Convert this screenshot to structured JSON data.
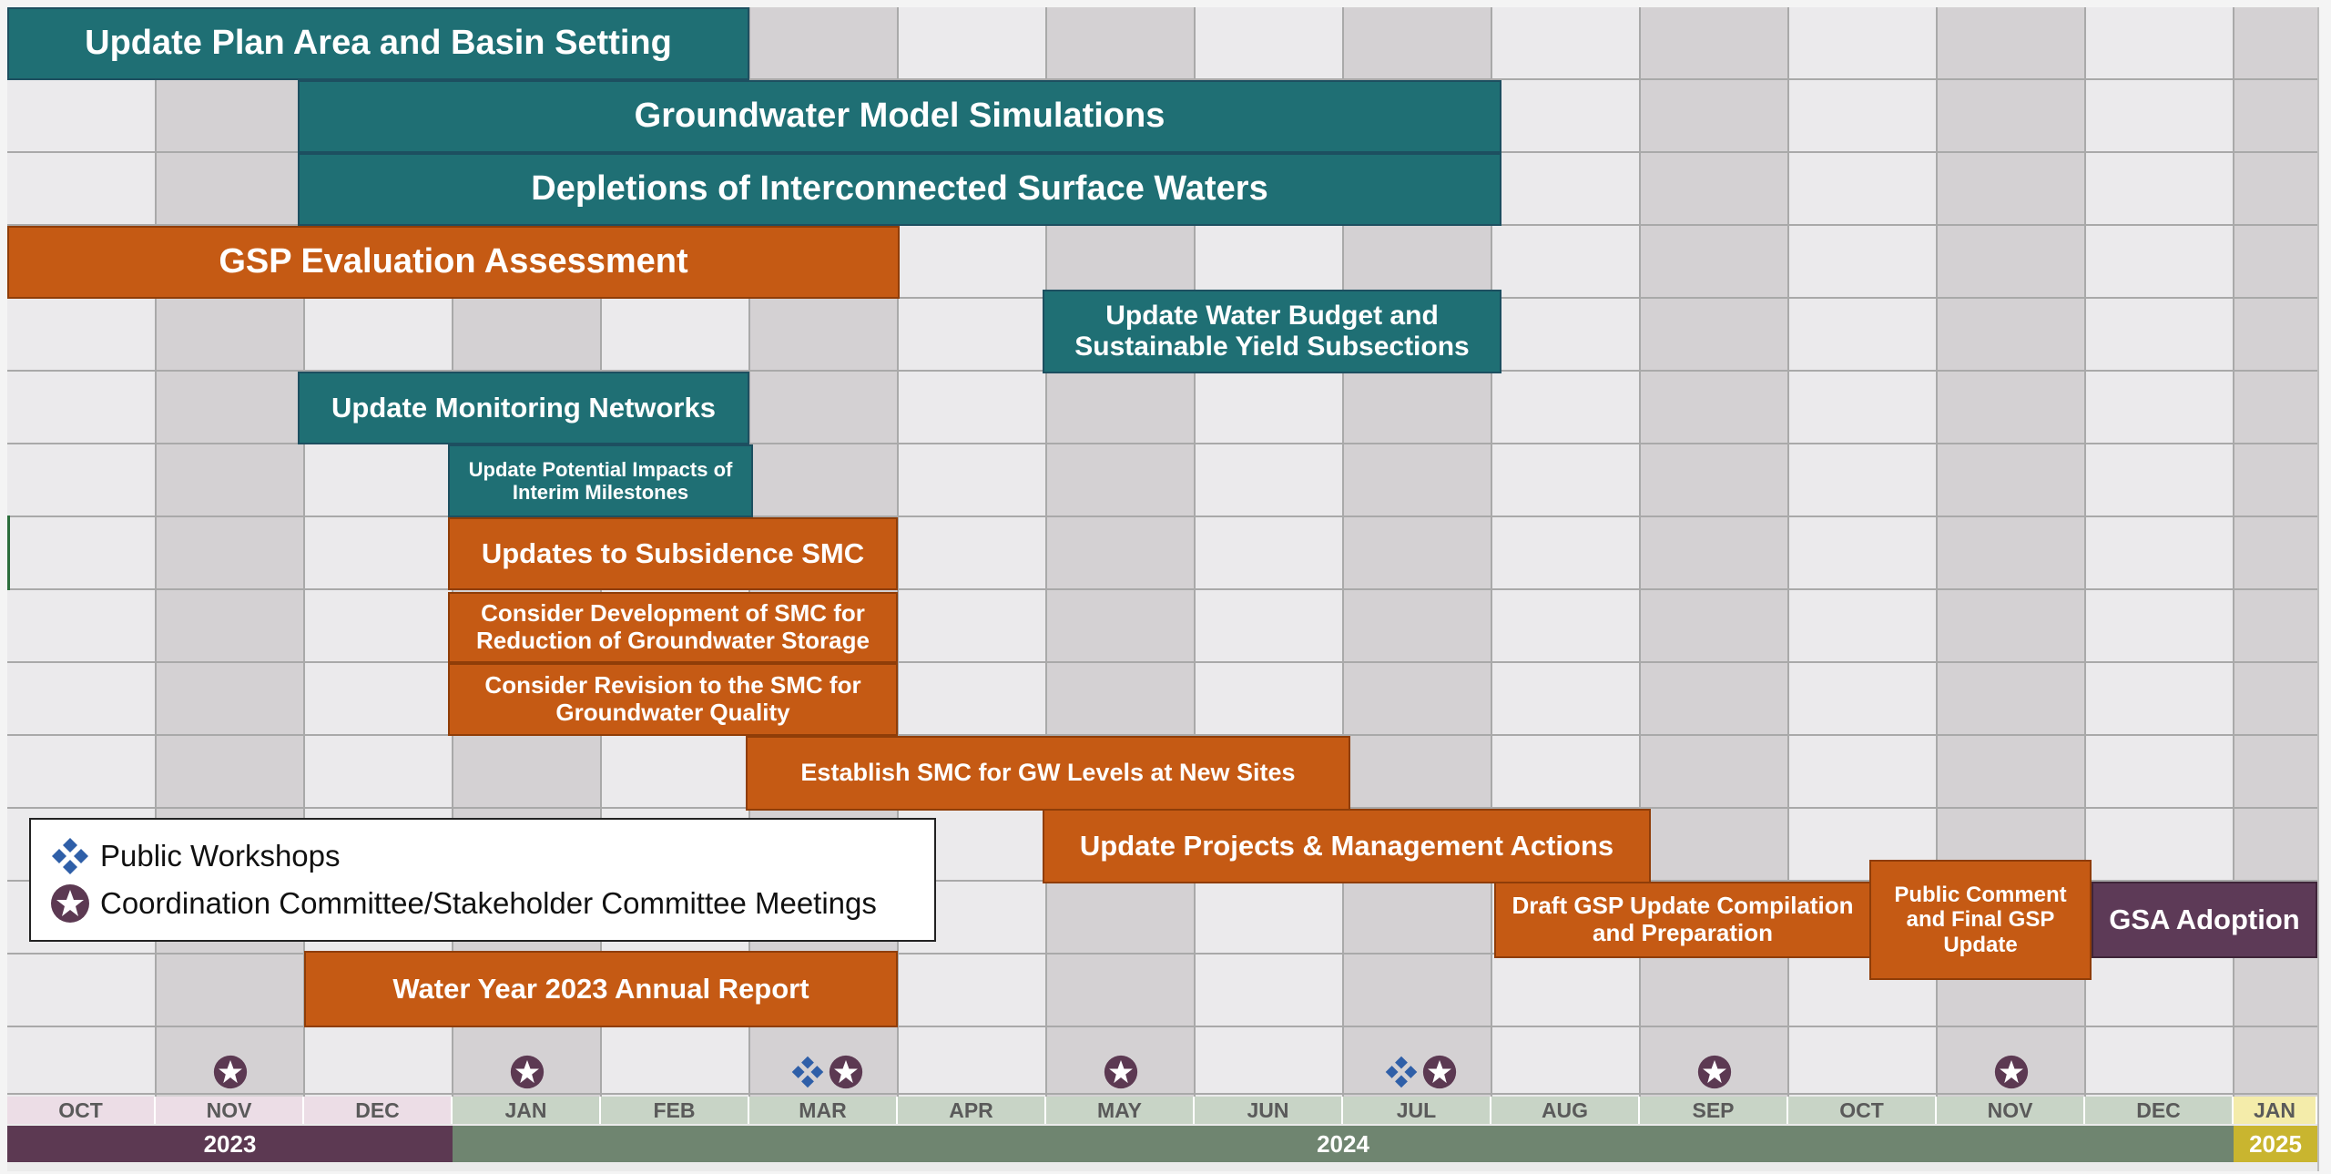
{
  "tasks": {
    "update_plan_area": "Update Plan Area and Basin Setting",
    "groundwater_model": "Groundwater Model Simulations",
    "depletions": "Depletions of Interconnected Surface Waters",
    "gsp_evaluation": "GSP Evaluation Assessment",
    "water_budget_l1": "Update Water Budget and",
    "water_budget_l2": "Sustainable Yield Subsections",
    "monitoring_networks": "Update Monitoring Networks",
    "potential_impacts_l1": "Update Potential Impacts of",
    "potential_impacts_l2": "Interim Milestones",
    "subsidence_smc": "Updates to Subsidence SMC",
    "smc_storage_l1": "Consider Development of SMC for",
    "smc_storage_l2": "Reduction of Groundwater Storage",
    "smc_quality_l1": "Consider Revision to the SMC for",
    "smc_quality_l2": "Groundwater Quality",
    "smc_gw_levels": "Establish SMC for GW Levels at New Sites",
    "projects_actions": "Update Projects & Management Actions",
    "draft_gsp_l1": "Draft GSP Update Compilation",
    "draft_gsp_l2": "and Preparation",
    "public_comment_l1": "Public Comment",
    "public_comment_l2": "and Final GSP",
    "public_comment_l3": "Update",
    "gsa_adoption": "GSA Adoption",
    "water_year_report": "Water Year 2023 Annual Report"
  },
  "legend": {
    "public_workshops": "Public Workshops",
    "committee_meetings": "Coordination Committee/Stakeholder Committee Meetings"
  },
  "months": [
    "OCT",
    "NOV",
    "DEC",
    "JAN",
    "FEB",
    "MAR",
    "APR",
    "MAY",
    "JUN",
    "JUL",
    "AUG",
    "SEP",
    "OCT",
    "NOV",
    "DEC",
    "JAN"
  ],
  "years": {
    "y2023": "2023",
    "y2024": "2024",
    "y2025": "2025"
  },
  "milestones": [
    {
      "month": "NOV",
      "year": "2023",
      "types": [
        "committee-meeting"
      ]
    },
    {
      "month": "JAN",
      "year": "2024",
      "types": [
        "committee-meeting"
      ]
    },
    {
      "month": "MAR",
      "year": "2024",
      "types": [
        "public-workshop",
        "committee-meeting"
      ]
    },
    {
      "month": "MAY",
      "year": "2024",
      "types": [
        "committee-meeting"
      ]
    },
    {
      "month": "JUL",
      "year": "2024",
      "types": [
        "public-workshop",
        "committee-meeting"
      ]
    },
    {
      "month": "SEP",
      "year": "2024",
      "types": [
        "committee-meeting"
      ]
    },
    {
      "month": "NOV",
      "year": "2024",
      "types": [
        "committee-meeting"
      ]
    }
  ],
  "colors": {
    "teal": "#1f6f74",
    "orange": "#c55a14",
    "purple": "#5d3a57",
    "star_fill": "#5c3952",
    "diamond_fill": "#2f5fa8"
  },
  "icons": {
    "workshop": "diamond-cluster-icon",
    "meeting": "star-in-circle-icon"
  }
}
